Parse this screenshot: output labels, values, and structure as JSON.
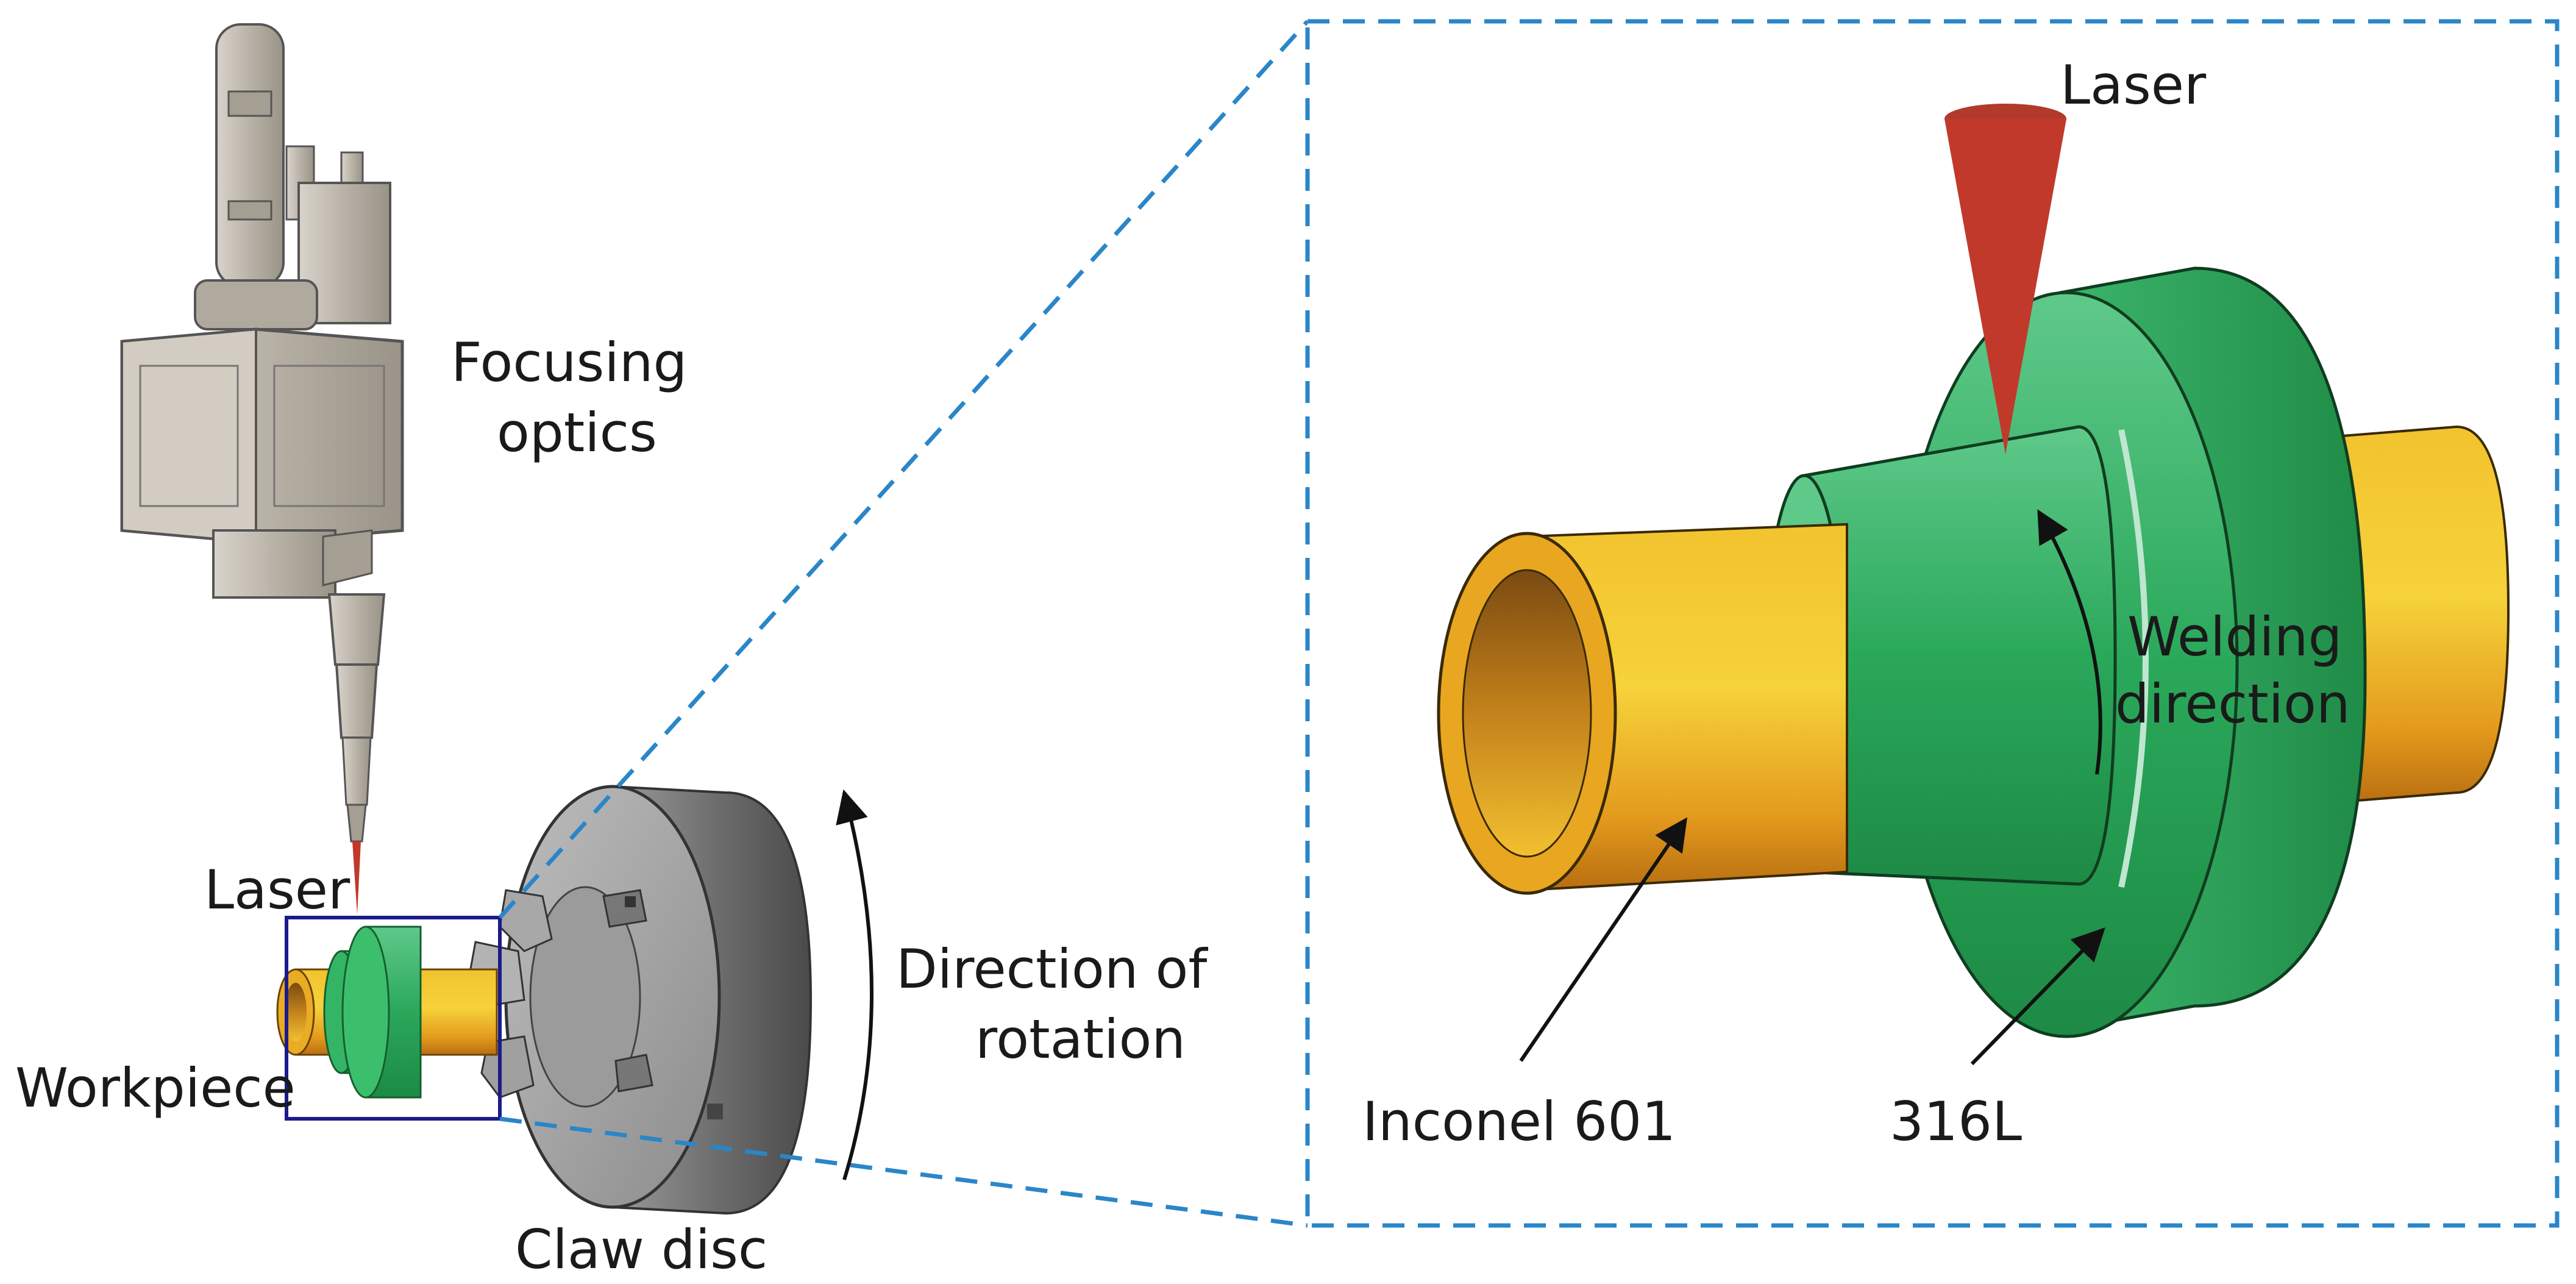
{
  "labels": {
    "focusing_optics_line1": "Focusing",
    "focusing_optics_line2": "optics",
    "laser_left": "Laser",
    "workpiece": "Workpiece",
    "claw_disc": "Claw disc",
    "rotation_line1": "Direction of",
    "rotation_line2": "rotation",
    "laser_right": "Laser",
    "welding_line1": "Welding",
    "welding_line2": "direction",
    "inconel": "Inconel 601",
    "steel": "316L"
  },
  "colors": {
    "laser": "#c0392b",
    "inconel_gold": "#e8a21c",
    "steel_green": "#2fae5c",
    "chuck_gray": "#8a8a8a",
    "optics_beige": "#c8c2b8",
    "zoom_box": "#1b1b8a",
    "dashed_blue": "#2a86c8"
  },
  "icons": {
    "laser_head": "focusing-optics-icon",
    "chuck": "claw-disc-icon"
  }
}
